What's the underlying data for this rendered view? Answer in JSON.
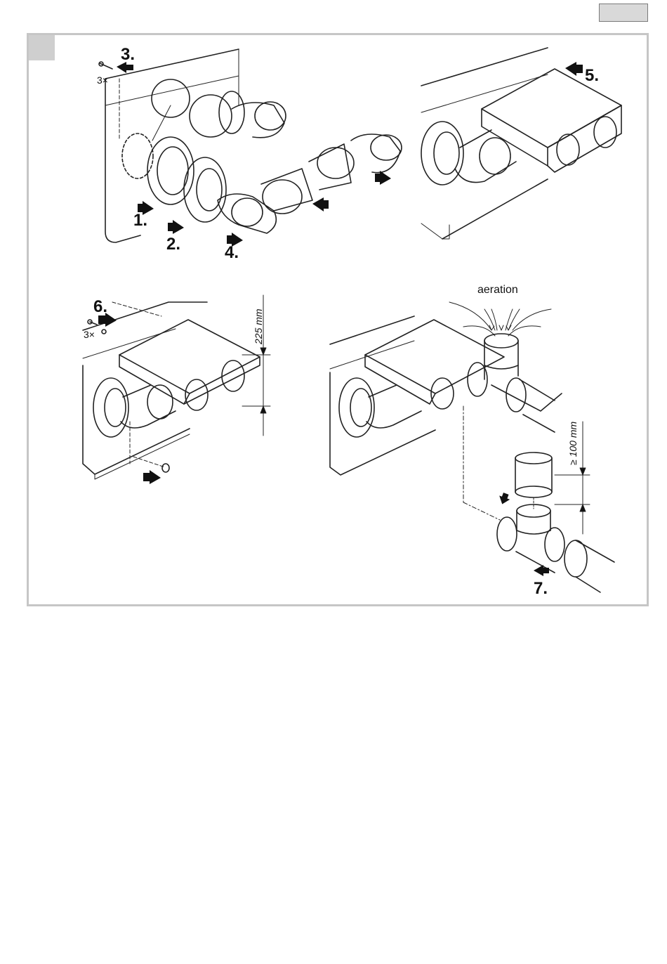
{
  "steps": {
    "s1": "1.",
    "s2": "2.",
    "s3": "3.",
    "s4": "4.",
    "s5": "5.",
    "s6": "6.",
    "s7": "7."
  },
  "quantities": {
    "screws_top": "3×",
    "screws_bottom": "3×"
  },
  "dimensions": {
    "height": "225 mm",
    "min_height": "≥ 100 mm"
  },
  "labels": {
    "aeration": "aeration"
  },
  "colors": {
    "frame": "#c6c6c6",
    "corner": "#cfcfcf",
    "ink": "#111111"
  }
}
